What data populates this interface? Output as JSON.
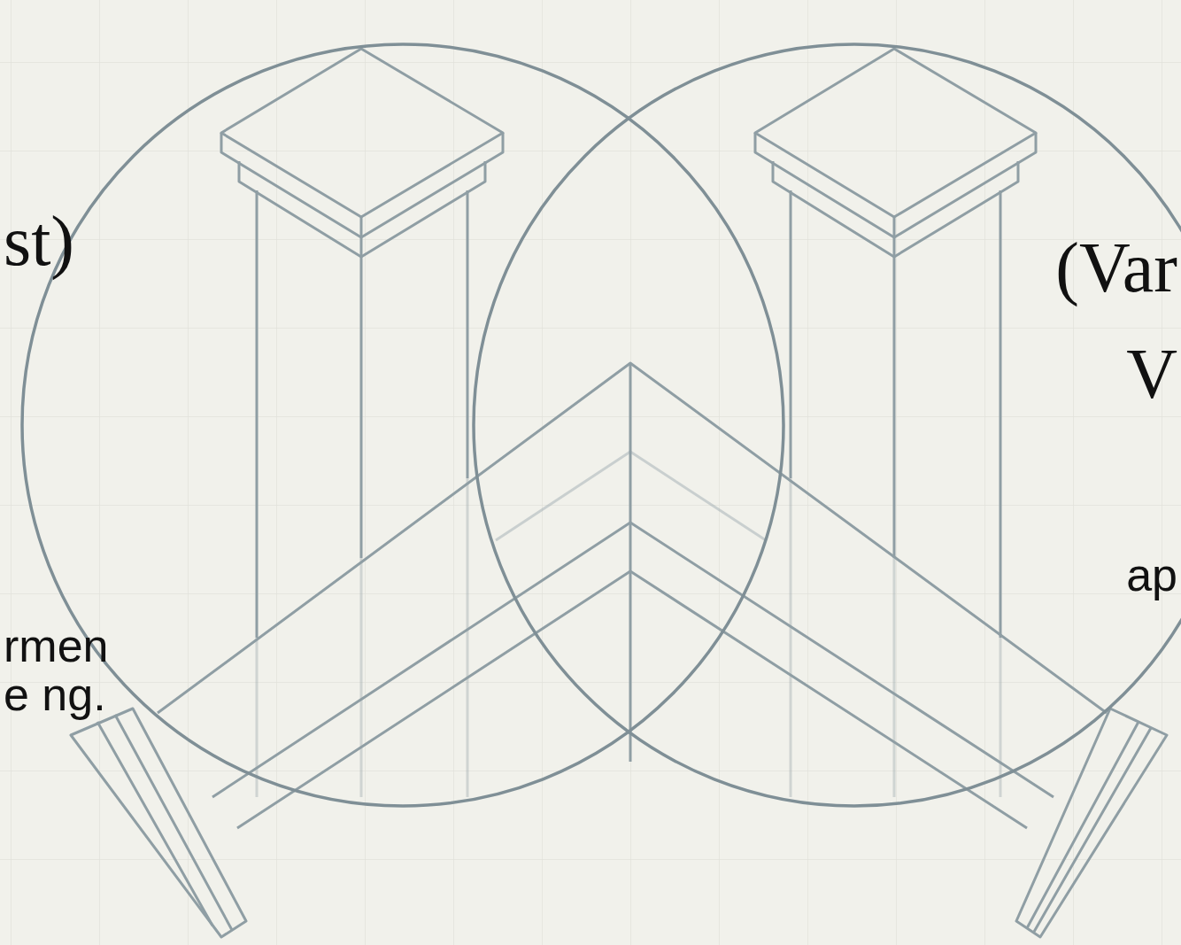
{
  "diagram": {
    "labels": [
      "st)",
      "(Var",
      "V",
      "ap",
      "rmen e ng."
    ]
  }
}
